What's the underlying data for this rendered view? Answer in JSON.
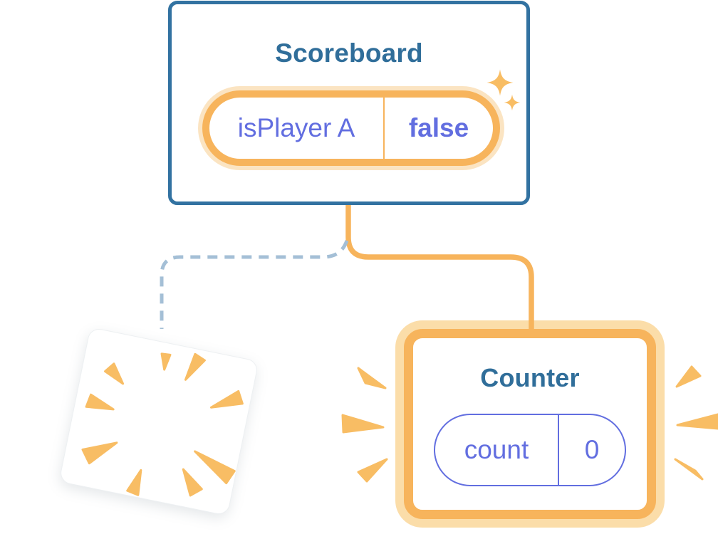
{
  "diagram": {
    "scoreboard": {
      "title": "Scoreboard",
      "state_label": "isPlayer A",
      "state_value": "false"
    },
    "counter": {
      "title": "Counter",
      "state_label": "count",
      "state_value": "0"
    }
  },
  "icons": {
    "sparkles": "sparkle-stars",
    "poof": "poof-burst-wedges",
    "emphasis": "emphasis-burst-marks"
  },
  "colors": {
    "card_border_blue": "#3272A1",
    "title_blue": "#306E9A",
    "state_purple": "#626EE0",
    "accent_orange": "#F7B45C",
    "halo_orange_light": "#FBE4C2",
    "halo_orange": "#FBDDA9",
    "burst_orange": "#F8BD64",
    "dashed_blue": "#A4BFD6"
  }
}
